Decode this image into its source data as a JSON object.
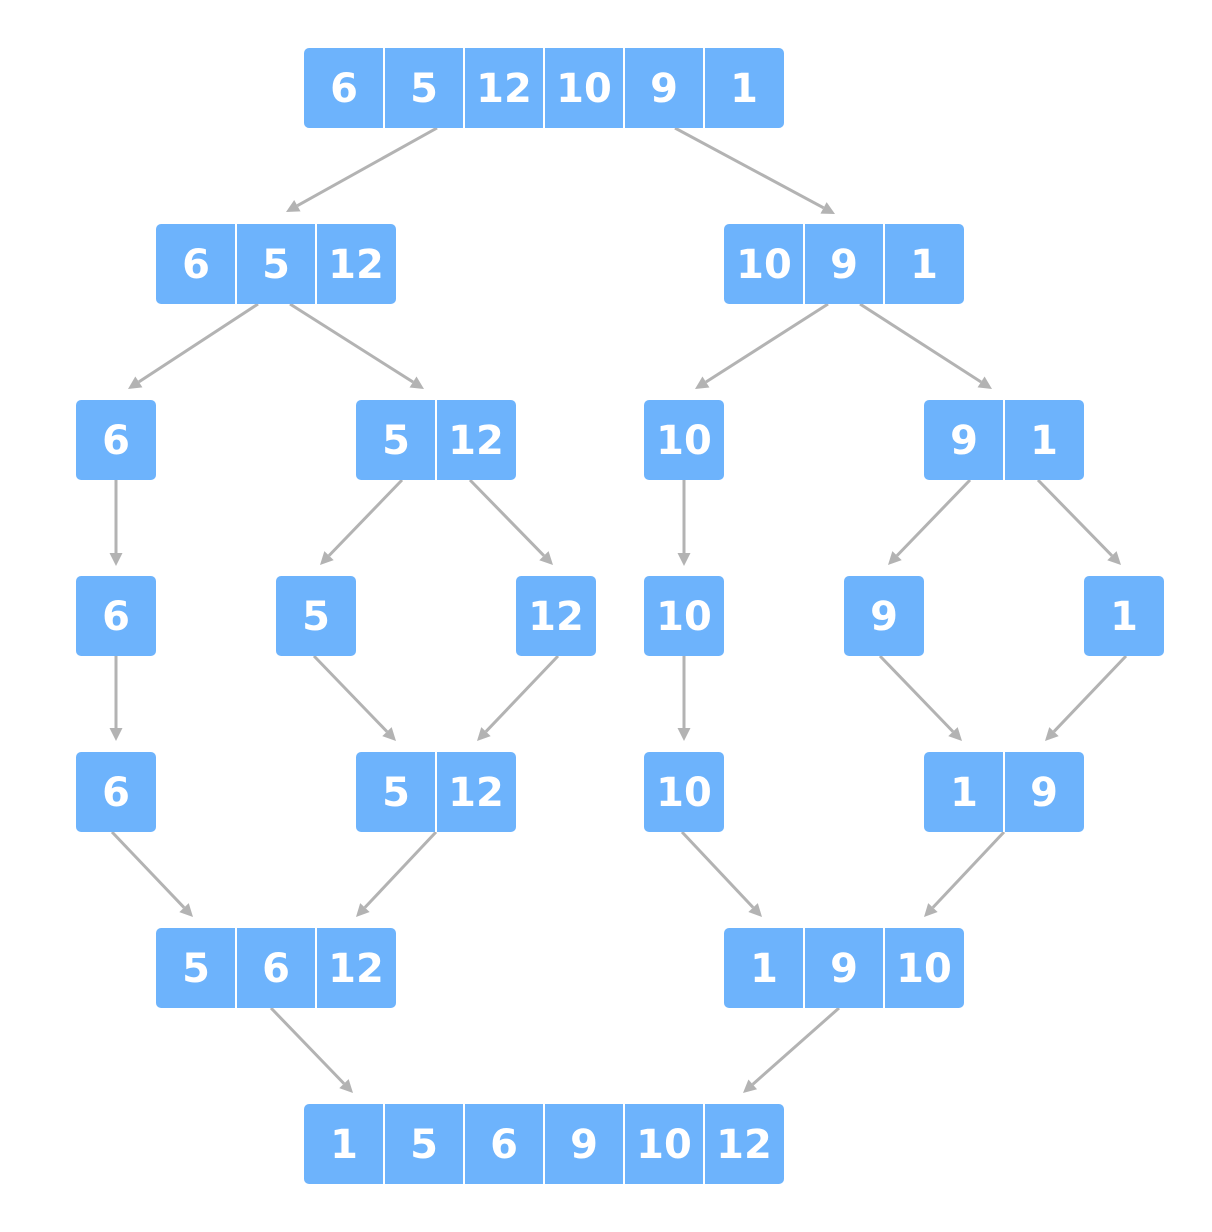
{
  "colors": {
    "cell": "#6db3fc",
    "separator": "#ffffff",
    "text": "#ffffff",
    "arrow": "#b3b3b3"
  },
  "arrays": [
    {
      "id": "a0",
      "values": [
        "6",
        "5",
        "12",
        "10",
        "9",
        "1"
      ]
    },
    {
      "id": "a1",
      "values": [
        "6",
        "5",
        "12"
      ]
    },
    {
      "id": "a2",
      "values": [
        "10",
        "9",
        "1"
      ]
    },
    {
      "id": "a3",
      "values": [
        "6"
      ]
    },
    {
      "id": "a4",
      "values": [
        "5",
        "12"
      ]
    },
    {
      "id": "a5",
      "values": [
        "10"
      ]
    },
    {
      "id": "a6",
      "values": [
        "9",
        "1"
      ]
    },
    {
      "id": "a7",
      "values": [
        "6"
      ]
    },
    {
      "id": "a8",
      "values": [
        "5"
      ]
    },
    {
      "id": "a9",
      "values": [
        "12"
      ]
    },
    {
      "id": "a10",
      "values": [
        "10"
      ]
    },
    {
      "id": "a11",
      "values": [
        "9"
      ]
    },
    {
      "id": "a12",
      "values": [
        "1"
      ]
    },
    {
      "id": "a13",
      "values": [
        "6"
      ]
    },
    {
      "id": "a14",
      "values": [
        "5",
        "12"
      ]
    },
    {
      "id": "a15",
      "values": [
        "10"
      ]
    },
    {
      "id": "a16",
      "values": [
        "1",
        "9"
      ]
    },
    {
      "id": "a17",
      "values": [
        "5",
        "6",
        "12"
      ]
    },
    {
      "id": "a18",
      "values": [
        "1",
        "9",
        "10"
      ]
    },
    {
      "id": "a19",
      "values": [
        "1",
        "5",
        "6",
        "9",
        "10",
        "12"
      ]
    }
  ],
  "edges": [
    [
      "a0",
      "a1"
    ],
    [
      "a0",
      "a2"
    ],
    [
      "a1",
      "a3"
    ],
    [
      "a1",
      "a4"
    ],
    [
      "a2",
      "a5"
    ],
    [
      "a2",
      "a6"
    ],
    [
      "a3",
      "a7"
    ],
    [
      "a4",
      "a8"
    ],
    [
      "a4",
      "a9"
    ],
    [
      "a5",
      "a10"
    ],
    [
      "a6",
      "a11"
    ],
    [
      "a6",
      "a12"
    ],
    [
      "a7",
      "a13"
    ],
    [
      "a8",
      "a14"
    ],
    [
      "a9",
      "a14"
    ],
    [
      "a10",
      "a15"
    ],
    [
      "a11",
      "a16"
    ],
    [
      "a12",
      "a16"
    ],
    [
      "a13",
      "a17"
    ],
    [
      "a14",
      "a17"
    ],
    [
      "a15",
      "a18"
    ],
    [
      "a16",
      "a18"
    ],
    [
      "a17",
      "a19"
    ],
    [
      "a18",
      "a19"
    ]
  ]
}
